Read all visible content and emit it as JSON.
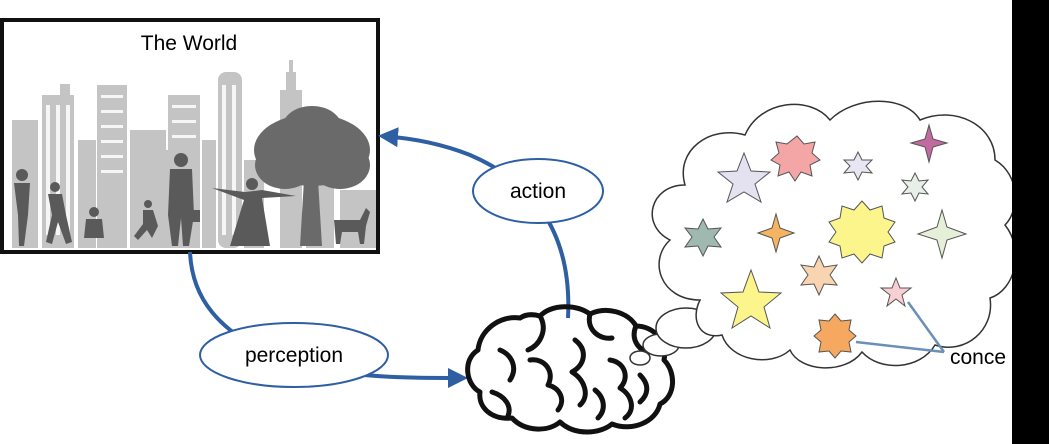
{
  "world": {
    "title": "The World"
  },
  "labels": {
    "action": "action",
    "perception": "perception",
    "concepts": "conce"
  },
  "colors": {
    "arrow": "#2e5fa3",
    "ellipse_stroke": "#2e5fa3",
    "world_border": "#111111",
    "skyline": "#bfbfbf",
    "silhouette": "#5a5a5a",
    "cloud_stroke": "#333333",
    "connector": "#6a8fb8"
  },
  "concept_shapes": [
    {
      "name": "star-5-lavender",
      "color": "#e4e2f0"
    },
    {
      "name": "burst-8-pink",
      "color": "#f4a6a6"
    },
    {
      "name": "star-6-lavender",
      "color": "#e8e6f2"
    },
    {
      "name": "star-4-purple",
      "color": "#c06aa0"
    },
    {
      "name": "star-6-light",
      "color": "#e8efe8"
    },
    {
      "name": "star-6-teal",
      "color": "#9fb8b0"
    },
    {
      "name": "star-4-orange",
      "color": "#f5b461"
    },
    {
      "name": "burst-10-yellow",
      "color": "#fbf58c"
    },
    {
      "name": "star-4-green",
      "color": "#e6f0d8"
    },
    {
      "name": "star-5-yellow",
      "color": "#fbf58c"
    },
    {
      "name": "star-6-peach",
      "color": "#f8d4b0"
    },
    {
      "name": "star-5-pink",
      "color": "#f8d0d4"
    },
    {
      "name": "burst-8-orange",
      "color": "#f7a860"
    }
  ]
}
